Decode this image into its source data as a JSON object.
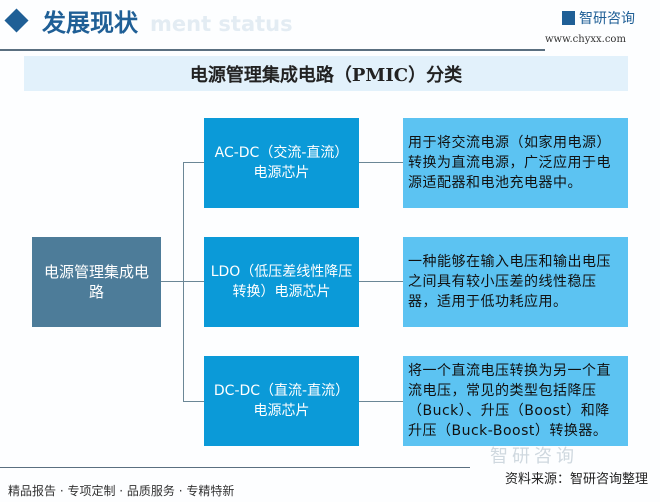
{
  "header": {
    "title": "发展现状",
    "ghost_subtitle": "ment status",
    "logo_text": "智研咨询",
    "url": "www.chyxx.com"
  },
  "diagram": {
    "title": "电源管理集成电路（PMIC）分类",
    "root": "电源管理集成电路",
    "branches": [
      {
        "label": "AC-DC（交流-直流）电源芯片",
        "description": "用于将交流电源（如家用电源）转换为直流电源，广泛应用于电源适配器和电池充电器中。"
      },
      {
        "label": "LDO（低压差线性降压转换）电源芯片",
        "description": "一种能够在输入电压和输出电压之间具有较小压差的线性稳压器，适用于低功耗应用。"
      },
      {
        "label": "DC-DC（直流-直流）电源芯片",
        "description": "将一个直流电压转换为另一个直流电压，常见的类型包括降压（Buck）、升压（Boost）和降升压（Buck-Boost）转换器。"
      }
    ]
  },
  "footer": {
    "source": "资料来源：智研咨询整理",
    "watermark": "智研咨询",
    "tagline": "精品报告 · 专项定制 · 品质服务 · 专精特新"
  },
  "colors": {
    "brand": "#1f5f96",
    "root_box": "#4d7c99",
    "mid_box": "#0b9ad8",
    "desc_box": "#5cc3f2"
  }
}
